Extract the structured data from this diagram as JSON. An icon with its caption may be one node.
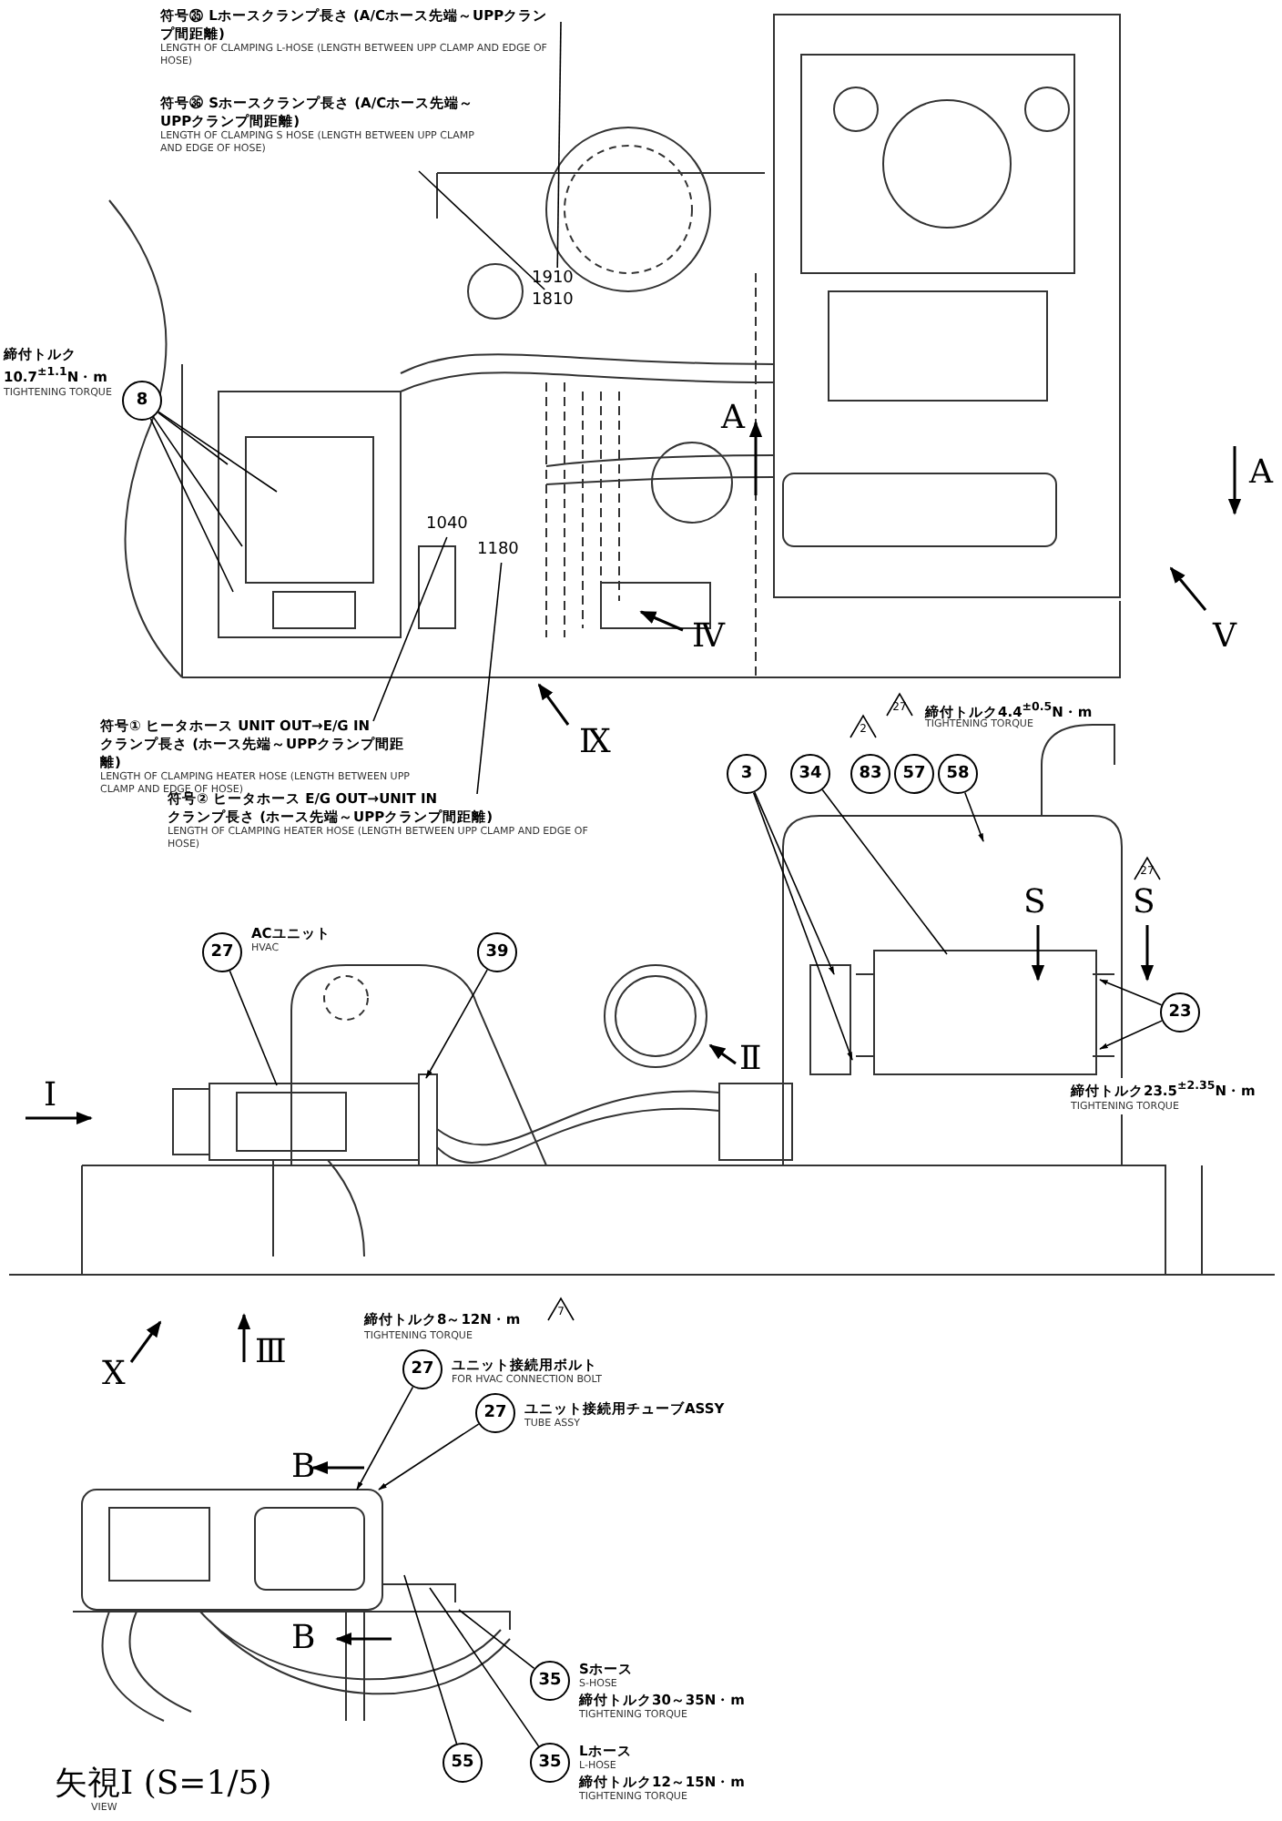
{
  "diagram": {
    "nodes": [
      {
        "text": [
          "符号㉟ Lホースクランプ長さ (A/Cホース先端～UPPクランプ間距離)",
          "LENGTH OF CLAMPING L-HOSE (LENGTH BETWEEN UPP CLAMP AND EDGE OF HOSE)"
        ]
      },
      {
        "text": [
          "符号㊱ Sホースクランプ長さ (A/Cホース先端～UPPクランプ間距離)",
          "LENGTH OF CLAMPING S HOSE (LENGTH BETWEEN UPP CLAMP AND EDGE OF HOSE)"
        ]
      },
      {
        "text": [
          "8"
        ],
        "beside": [
          "締付トルク 10.7$^{±1.1}$N・m",
          "TIGHTENING TORQUE"
        ]
      },
      {
        "text": [
          "符号① ヒータホース UNIT OUT→E/G IN",
          "クランプ長さ (ホース先端～UPPクランプ間距離)",
          "LENGTH OF CLAMPING HEATER HOSE (LENGTH BETWEEN UPP CLAMP AND EDGE OF HOSE)"
        ]
      },
      {
        "text": [
          "符号② ヒータホース E/G OUT→UNIT IN",
          "クランプ長さ (ホース先端～UPPクランプ間距離)",
          "LENGTH OF CLAMPING HEATER HOSE (LENGTH BETWEEN UPP CLAMP AND EDGE OF HOSE)"
        ]
      },
      {
        "text": [
          "3"
        ]
      },
      {
        "text": [
          "34"
        ]
      },
      {
        "text": [
          "83"
        ]
      },
      {
        "text": [
          "57"
        ]
      },
      {
        "text": [
          "58"
        ]
      },
      {
        "text": [
          "23"
        ],
        "beside": [
          "締付トルク23.5$^{±2.35}$N・m",
          "TIGHTENING TORQUE"
        ]
      },
      {
        "text": [
          "27"
        ],
        "beside": [
          "ACユニット",
          "HVAC"
        ]
      },
      {
        "text": [
          "39"
        ]
      },
      {
        "text": [
          "27"
        ],
        "beside": [
          "ユニット接続用ボルト",
          "FOR HVAC CONNECTION BOLT"
        ]
      },
      {
        "text": [
          "27"
        ],
        "beside": [
          "ユニット接続用チューブASSY",
          "TUBE ASSY"
        ]
      },
      {
        "text": [
          "35"
        ],
        "beside": [
          "Sホース",
          "S-HOSE",
          "締付トルク30～35N・m",
          "TIGHTENING TORQUE"
        ]
      },
      {
        "text": [
          "55"
        ]
      },
      {
        "text": [
          "35"
        ],
        "beside": [
          "Lホース",
          "L-HOSE",
          "締付トルク12～15N・m",
          "TIGHTENING TORQUE"
        ]
      },
      {
        "text": [
          "1910"
        ]
      },
      {
        "text": [
          "1810"
        ]
      },
      {
        "text": [
          "1040"
        ]
      },
      {
        "text": [
          "1180"
        ]
      },
      {
        "text": [],
        "shape": "picture"
      }
    ],
    "edges": [
      {
        "from": 0,
        "to": 18,
        "arrow": "none"
      },
      {
        "from": 1,
        "to": 19,
        "arrow": "none"
      },
      {
        "from": 2,
        "to": null,
        "arrow": "none"
      },
      {
        "from": 2,
        "to": null,
        "arrow": "none"
      },
      {
        "from": 2,
        "to": null,
        "arrow": "none"
      },
      {
        "from": 2,
        "to": null,
        "arrow": "none"
      },
      {
        "from": 3,
        "to": 20,
        "arrow": "none"
      },
      {
        "from": 4,
        "to": 21,
        "arrow": "none"
      },
      {
        "from": 5,
        "to": null,
        "arrow": "to"
      },
      {
        "from": 5,
        "to": null,
        "arrow": "to"
      },
      {
        "from": 6,
        "to": null,
        "arrow": "none"
      },
      {
        "from": 9,
        "to": null,
        "arrow": "to"
      },
      {
        "from": 10,
        "to": null,
        "arrow": "to"
      },
      {
        "from": 10,
        "to": null,
        "arrow": "to"
      },
      {
        "from": 11,
        "to": null,
        "arrow": "none"
      },
      {
        "from": 12,
        "to": null,
        "arrow": "to"
      },
      {
        "from": 13,
        "to": 22,
        "arrow": "to"
      },
      {
        "from": 14,
        "to": 22,
        "arrow": "to"
      },
      {
        "from": 15,
        "to": 22,
        "arrow": "none"
      },
      {
        "from": 16,
        "to": 22,
        "arrow": "none"
      },
      {
        "from": 17,
        "to": 22,
        "arrow": "none"
      }
    ],
    "labels": [
      "A",
      "A",
      "Ⅴ",
      "Ⅳ",
      "2",
      "27",
      "締付トルク4.4$^{±0.5}$N・m",
      "TIGHTENING TORQUE",
      "Ⅸ",
      "27",
      "S",
      "S",
      "Ⅰ",
      "Ⅱ",
      "Ⅲ",
      "X",
      "7",
      "締付トルク8～12N・m",
      "TIGHTENING TORQUE",
      "B",
      "B",
      "矢視Ⅰ (S=1/5)",
      "VIEW"
    ]
  }
}
